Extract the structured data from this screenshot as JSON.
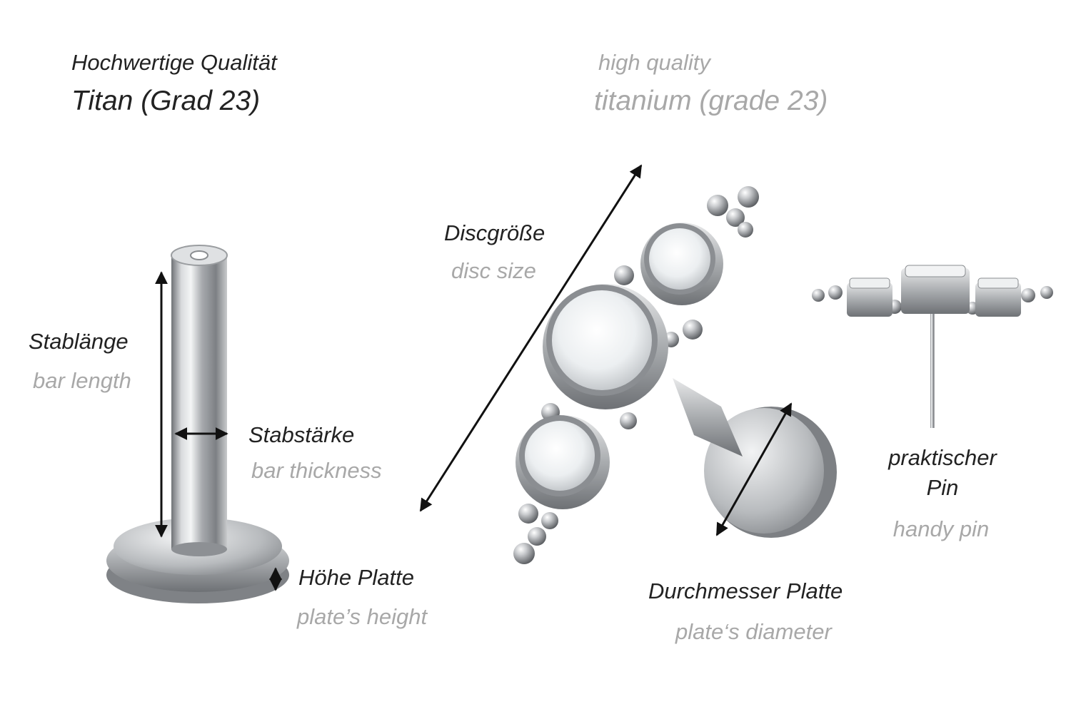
{
  "header": {
    "de_line1": "Hochwertige Qualität",
    "de_line2": "Titan (Grad 23)",
    "en_line1": "high quality",
    "en_line2": "titanium (grade 23)"
  },
  "labels": {
    "bar_length_de": "Stablänge",
    "bar_length_en": "bar length",
    "bar_thickness_de": "Stabstärke",
    "bar_thickness_en": "bar thickness",
    "plate_height_de": "Höhe Platte",
    "plate_height_en": "plate’s height",
    "disc_size_de": "Discgröße",
    "disc_size_en": "disc size",
    "plate_diameter_de": "Durchmesser Platte",
    "plate_diameter_en": "plate‘s diameter",
    "pin_de_1": "praktischer",
    "pin_de_2": "Pin",
    "pin_en": "handy pin"
  },
  "colors": {
    "german_text": "#222222",
    "english_text": "#a8a8a8",
    "metal": "#b9bcbf"
  }
}
